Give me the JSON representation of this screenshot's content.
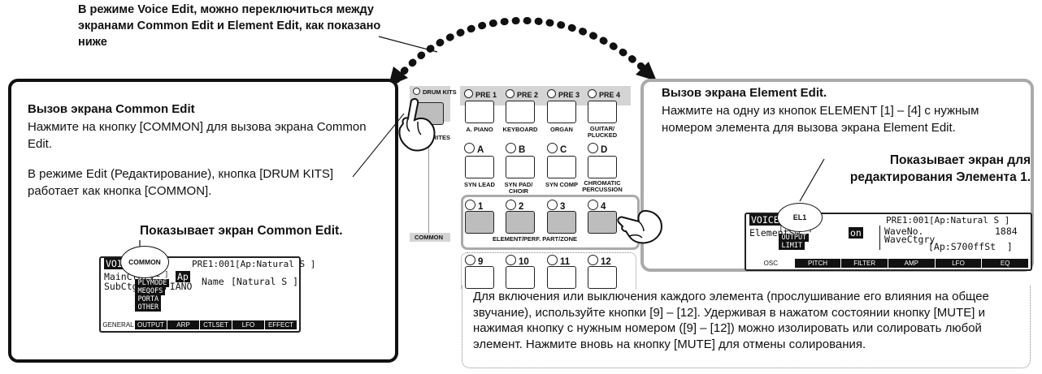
{
  "top_note": "В режиме Voice Edit, можно переключиться между экранами Common Edit и Element Edit, как показано ниже",
  "left_panel": {
    "title": "Вызов экрана Common Edit",
    "text1": "Нажмите на кнопку [COMMON] для вызова экрана Common Edit.",
    "text2": "В режиме Edit (Редактирование), кнопка [DRUM KITS] работает как кнопка [COMMON].",
    "caption": "Показывает экран Common Edit.",
    "lcd": {
      "mode": "VOICE",
      "badge": "COMMON",
      "voice": "PRE1:001[Ap:Natural S ]",
      "main_label": "MainCtgry",
      "sub_label": "SubCtgry",
      "main_value": "Ap",
      "sub_value": "A.PIANO",
      "name_label": "Name",
      "name_value": "[Natural S ]",
      "subtabs": [
        "[ NAME ]",
        "PLYMODE",
        "MEQOFS",
        "PORTA",
        "OTHER"
      ],
      "tabs": [
        "GENERAL",
        "OUTPUT",
        "ARP",
        "CTLSET",
        "LFO",
        "EFFECT"
      ]
    }
  },
  "right_panel": {
    "title": "Вызов экрана Element Edit.",
    "text": "Нажмите на одну из кнопок ELEMENT [1] – [4] с нужным номером элемента для вызова экрана Element Edit.",
    "caption": "Показывает экран для редактирования Элемента 1.",
    "lcd": {
      "mode": "VOICE",
      "badge": "EL1",
      "voice": "PRE1:001[Ap:Natural S ]",
      "elem_label": "ElementSw",
      "elem_value": "on",
      "wave_label": "WaveNo.",
      "wave_value": "1884",
      "cat_label": "WaveCtgry",
      "cat_value": "[Ap:S700ffSt  ]",
      "subtabs": [
        "[ WAVE ]",
        "OUTPUT",
        "LIMIT"
      ],
      "tabs": [
        "OSC",
        "PITCH",
        "FILTER",
        "AMP",
        "LFO",
        "EQ"
      ]
    }
  },
  "buttons": {
    "drum_kits": "DRUM KITS",
    "favorites": "FAVORITES",
    "common": "COMMON",
    "pre": [
      "PRE 1",
      "PRE 2",
      "PRE 3",
      "PRE 4"
    ],
    "pre_caps": [
      "A. PIANO",
      "KEYBOARD",
      "ORGAN",
      "GUITAR/ PLUCKED"
    ],
    "letters": [
      "A",
      "B",
      "C",
      "D"
    ],
    "letter_caps": [
      "SYN LEAD",
      "SYN PAD/ CHOIR",
      "SYN COMP",
      "CHROMATIC PERCUSSION"
    ],
    "numbers": [
      "1",
      "2",
      "3",
      "4"
    ],
    "strip": "ELEMENT/PERF. PART/ZONE",
    "numbers2": [
      "9",
      "10",
      "11",
      "12"
    ]
  },
  "bottom_note": "Для включения или выключения каждого элемента (прослушивание его влияния на общее звучание), используйте кнопки [9] – [12]. Удерживая в нажатом состоянии кнопку [MUTE] и нажимая кнопку с нужным номером ([9] – [12]) можно изолировать или солировать любой элемент. Нажмите вновь на кнопку [MUTE] для отмены солирования."
}
